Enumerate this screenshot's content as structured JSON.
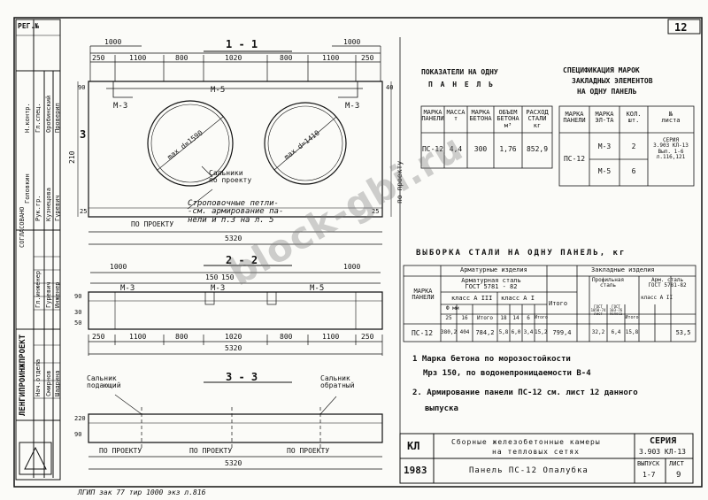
{
  "sheet": {
    "reg_label": "РЕГ.№",
    "sheet_number": "12",
    "institute": "ЛЕНГИПРОИНЖПРОЕКТ",
    "approved_label": "СОГЛАСОВАНО",
    "bottom_note": "ЛГИП  зак 77  тир 1000 экз л.816"
  },
  "section_1": {
    "title": "1 - 1",
    "top_dims": [
      "1000",
      "1000"
    ],
    "dims": [
      "250",
      "1100",
      "800",
      "1020",
      "800",
      "1100",
      "250"
    ],
    "total": "5320",
    "mark_m5": "М-5",
    "mark_m3_left": "М-3",
    "mark_m3_right": "М-3",
    "hole_left": "max d=1590",
    "hole_right": "max d=1410",
    "salniki": "Сальники\nпо проекту",
    "loops_note": "Строповочные петли-\n-см. армирование па-\nнели и п.3 на л. 5",
    "po_proektu": "ПО ПРОЕКТУ",
    "left_height": "210",
    "right_note": "по проекту",
    "side_3": "3",
    "small_dims": [
      "25",
      "25",
      "90",
      "40"
    ]
  },
  "section_2": {
    "title": "2 - 2",
    "dims_top": [
      "1000",
      "150",
      "150",
      "1000"
    ],
    "dims": [
      "250",
      "1100",
      "800",
      "1020",
      "800",
      "1100",
      "250"
    ],
    "total": "5320",
    "mark_m3": "М-3",
    "mark_m3b": "М-3",
    "mark_m5": "М-5",
    "side_dims": [
      "90",
      "30",
      "50"
    ]
  },
  "section_3": {
    "title": "3 - 3",
    "left_label": "Сальник\nподающий",
    "right_label": "Сальник\nобратный",
    "po_proektu": [
      "ПО ПРОЕКТУ",
      "ПО ПРОЕКТУ",
      "ПО ПРОЕКТУ"
    ],
    "total": "5320",
    "side_dims": [
      "220",
      "90"
    ]
  },
  "indicators": {
    "title1": "ПОКАЗАТЕЛИ НА ОДНУ",
    "title2": "П А Н Е Л Ь",
    "headers": [
      "МАРКА\nПАНЕЛИ",
      "МАССА\nт",
      "МАРКА\nБЕТОНА",
      "ОБЪЕМ\nБЕТОНА\nм³",
      "РАСХОД\nСТАЛИ\nкг"
    ],
    "row": [
      "ПС-12",
      "4,4",
      "300",
      "1,76",
      "852,9"
    ]
  },
  "specification": {
    "title1": "СПЕЦИФИКАЦИЯ МАРОК",
    "title2": "ЗАКЛАДНЫХ ЭЛЕМЕНТОВ",
    "title3": "НА ОДНУ ПАНЕЛЬ",
    "headers": [
      "МАРКА\nПАНЕЛИ",
      "МАРКА\nЭЛ-ТА",
      "КОЛ.\nшт.",
      "№\nлиста"
    ],
    "panel": "ПС-12",
    "rows": [
      {
        "mark": "М-3",
        "qty": "2"
      },
      {
        "mark": "М-5",
        "qty": "6"
      }
    ],
    "sheet_ref": "СЕРИЯ\n3.903 КЛ-13\nВып. 1-6\nл.116,121"
  },
  "steel": {
    "title": "ВЫБОРКА СТАЛИ НА ОДНУ ПАНЕЛЬ, кг",
    "h_arm": "Арматурные изделия",
    "h_emb": "Закладные изделия",
    "h_arm_steel": "Арматурная сталь\nГОСТ 5781 - 82",
    "h_profile": "Профильная\nсталь",
    "h_arm_steel2": "Арм. сталь\nГОСТ 5781-82",
    "h_mark": "МАРКА\nПАНЕЛИ",
    "h_class_a3": "класс А III",
    "h_class_a1": "класс А I",
    "h_dmm": "Ф мм",
    "h_itogo": "Итого",
    "h_class_a2": "класс А II",
    "sub_a3": [
      "25",
      "16",
      "Итого"
    ],
    "sub_a1": [
      "18",
      "14",
      "6",
      "Итого"
    ],
    "sub_emb": [
      "ГОСТ 1050-74\nлист",
      "ГОСТ 103-76\nполоса",
      "Итого"
    ],
    "row": [
      "ПС-12",
      "380,2",
      "404",
      "784,2",
      "5,8",
      "6,0",
      "3,4",
      "15,2",
      "799,4",
      "32,2",
      "6,4",
      "15,8",
      "53,5"
    ]
  },
  "notes": {
    "n1": "1  Марка бетона по морозостойкости",
    "n1b": "Мрз 150, по водонепроницаемости  В-4",
    "n2": "2. Армирование панели ПС-12 см. лист 12 данного",
    "n2b": "выпуска"
  },
  "title_block": {
    "kl": "КЛ",
    "year": "1983",
    "line1": "Сборные железобетонные камеры",
    "line2": "на тепловых сетях",
    "name": "Панель   ПС-12   Опалубка",
    "seria_label": "СЕРИЯ",
    "seria": "3.903 КЛ-13",
    "vypusk_label": "ВЫПУСК",
    "vypusk": "1-7",
    "list_label": "ЛИСТ",
    "list": "9"
  },
  "stamp": {
    "roles": [
      "Гл.инженер",
      "Нач.отдела",
      "Гл.спец.",
      "Рук.гр.",
      "Инженер",
      "Проверил",
      "Н.контр."
    ],
    "names": [
      "Гуревич",
      "Смирнов",
      "Оробинский",
      "Кузнецова",
      "Шадрина",
      "Гуревич",
      "Головкин"
    ]
  },
  "watermark": "block-gbi.ru"
}
